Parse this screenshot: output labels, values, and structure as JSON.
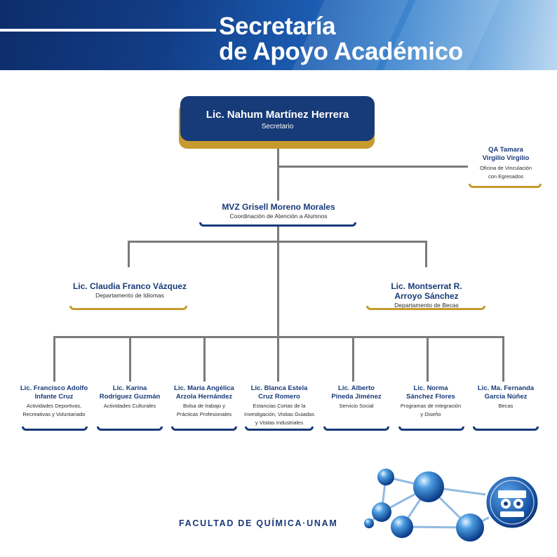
{
  "header": {
    "title_line1": "Secretaría",
    "title_line2": "de Apoyo Académico"
  },
  "top": {
    "name": "Lic. Nahum Martínez Herrera",
    "role": "Secretario"
  },
  "side": {
    "name_line1": "QA Tamara",
    "name_line2": "Virgilio Virgilio",
    "role_line1": "Oficina de Vinculación",
    "role_line2": "con Egresados"
  },
  "coord": {
    "name": "MVZ Grisell Moreno Morales",
    "role": "Coordinación de Atención a Alumnos"
  },
  "dept_left": {
    "name": "Lic. Claudia Franco Vázquez",
    "role": "Departamento de Idiomas"
  },
  "dept_right": {
    "name_line1": "Lic. Montserrat R.",
    "name_line2": "Arroyo Sánchez",
    "role": "Departamento de Becas"
  },
  "staff": [
    {
      "n1": "Lic. Francisco Adolfo",
      "n2": "Infante Cruz",
      "r1": "Actividades Deportivas,",
      "r2": "Recreativas y Voluntariado",
      "r3": ""
    },
    {
      "n1": "Lic. Karina",
      "n2": "Rodríguez Guzmán",
      "r1": "Actividades Culturales",
      "r2": "",
      "r3": ""
    },
    {
      "n1": "Lic. María Angélica",
      "n2": "Arzola Hernández",
      "r1": "Bolsa de trabajo y",
      "r2": "Prácticas Profesionales",
      "r3": ""
    },
    {
      "n1": "Lic. Blanca Estela",
      "n2": "Cruz Romero",
      "r1": "Estancias Cortas de la",
      "r2": "Investigación, Visitas Guiadas",
      "r3": "y Visitas Industriales"
    },
    {
      "n1": "Lic. Alberto",
      "n2": "Pineda Jiménez",
      "r1": "Servicio Social",
      "r2": "",
      "r3": ""
    },
    {
      "n1": "Lic. Norma",
      "n2": "Sánchez Flores",
      "r1": "Programas de Integración",
      "r2": "y Diseño",
      "r3": ""
    },
    {
      "n1": "Lic.  Ma. Fernanda",
      "n2": "García Núñez",
      "r1": "Becas",
      "r2": "",
      "r3": ""
    }
  ],
  "footer": {
    "text": "FACULTAD DE QUÍMICA·UNAM"
  },
  "colors": {
    "navy": "#173a78",
    "gold": "#c79a2e",
    "line": "#7a7a7a"
  },
  "icons": {
    "logo": "unam-quimica-logo-icon",
    "decor": "molecule-icon"
  }
}
